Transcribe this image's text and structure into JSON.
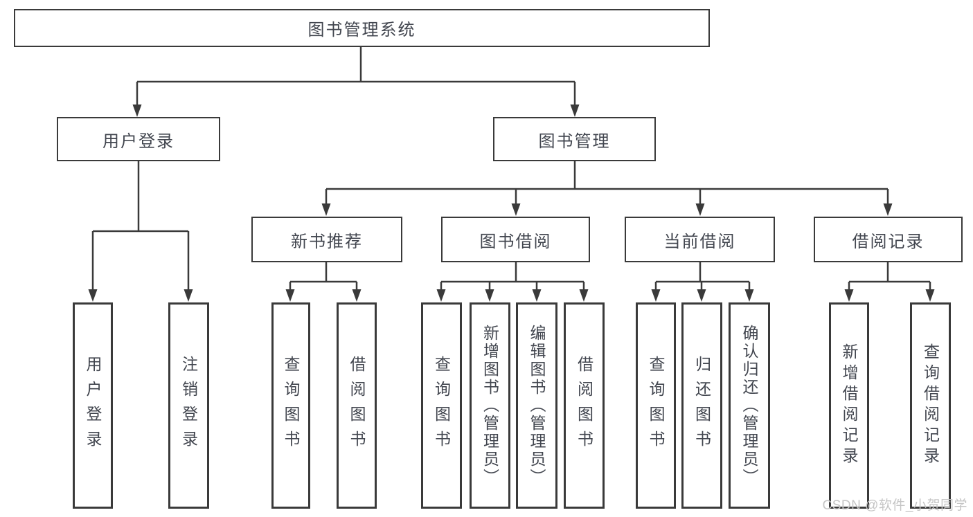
{
  "colors": {
    "line": "#3a3a3a",
    "text": "#42464f",
    "background": "#ffffff",
    "watermark": "#c5c5c5"
  },
  "tree": {
    "root": {
      "label": "图书管理系统"
    },
    "branches": [
      {
        "label": "用户登录",
        "children": [
          {
            "label": "用户登录"
          },
          {
            "label": "注销登录"
          }
        ]
      },
      {
        "label": "图书管理",
        "children": [
          {
            "label": "新书推荐",
            "children": [
              {
                "label": "查询图书"
              },
              {
                "label": "借阅图书"
              }
            ]
          },
          {
            "label": "图书借阅",
            "children": [
              {
                "label": "查询图书"
              },
              {
                "label": "新增图书（管理员）"
              },
              {
                "label": "编辑图书（管理员）"
              },
              {
                "label": "借阅图书"
              }
            ]
          },
          {
            "label": "当前借阅",
            "children": [
              {
                "label": "查询图书"
              },
              {
                "label": "归还图书"
              },
              {
                "label": "确认归还（管理员）"
              }
            ]
          },
          {
            "label": "借阅记录",
            "children": [
              {
                "label": "新增借阅记录"
              },
              {
                "label": "查询借阅记录"
              }
            ]
          }
        ]
      }
    ]
  },
  "watermark": {
    "text": "CSDN @软件_小贺同学"
  }
}
